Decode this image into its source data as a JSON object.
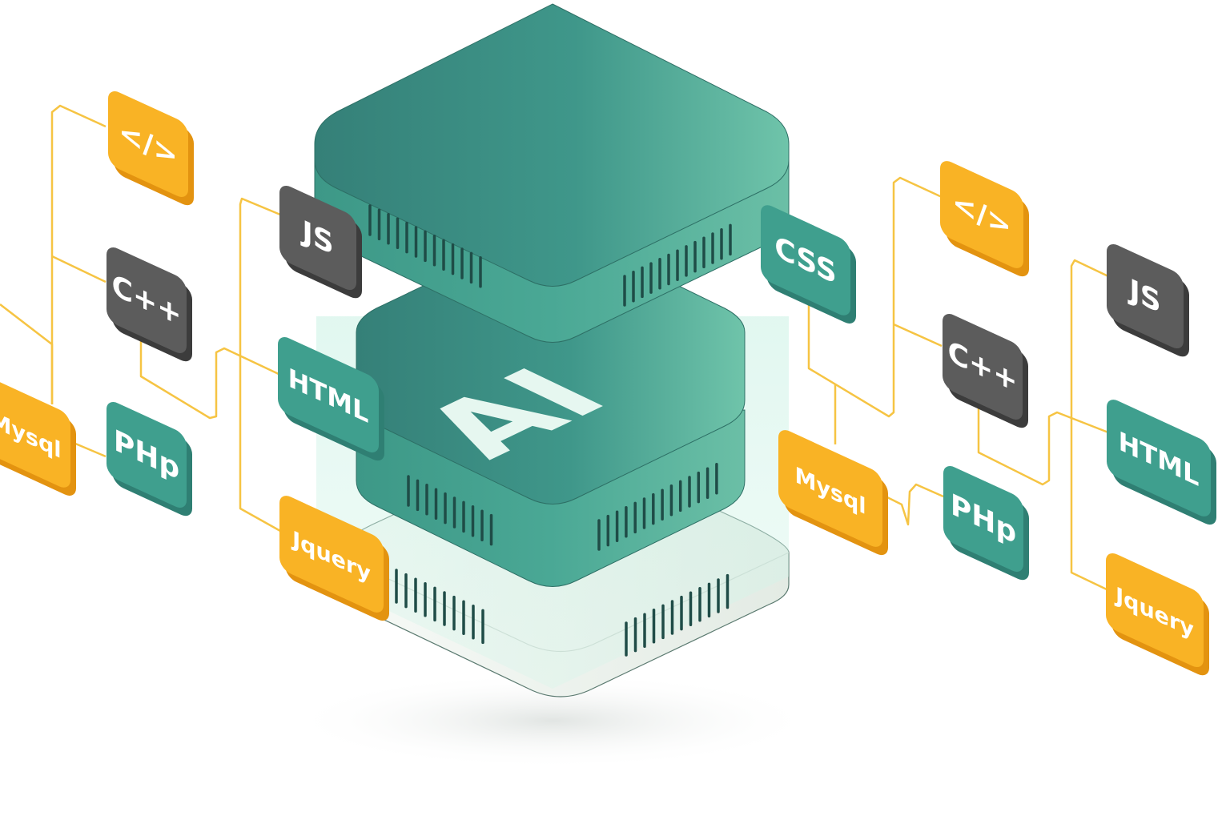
{
  "illustration": {
    "center_label": "AI",
    "colors": {
      "teal": "#3f9f8e",
      "teal_dark": "#2f7f73",
      "teal_light": "#6cc2a8",
      "orange": "#f9b325",
      "orange_dark": "#e39310",
      "gray": "#5c5c5c",
      "gray_dark": "#3c3c3c",
      "wire": "#f6c443",
      "base_light": "#eef3ef"
    },
    "tiles": [
      {
        "id": "tile-left-code",
        "label": "</>",
        "color": "orange"
      },
      {
        "id": "tile-left-cpp",
        "label": "C++",
        "color": "gray"
      },
      {
        "id": "tile-left-mysql",
        "label": "Mysql",
        "color": "orange"
      },
      {
        "id": "tile-left-php",
        "label": "PHp",
        "color": "teal"
      },
      {
        "id": "tile-center-js",
        "label": "JS",
        "color": "gray"
      },
      {
        "id": "tile-center-html",
        "label": "HTML",
        "color": "teal"
      },
      {
        "id": "tile-center-jquery",
        "label": "Jquery",
        "color": "orange"
      },
      {
        "id": "tile-center-css",
        "label": "CSS",
        "color": "teal"
      },
      {
        "id": "tile-right-code",
        "label": "</>",
        "color": "orange"
      },
      {
        "id": "tile-right-cpp",
        "label": "C++",
        "color": "gray"
      },
      {
        "id": "tile-right-mysql",
        "label": "Mysql",
        "color": "orange"
      },
      {
        "id": "tile-right-php",
        "label": "PHp",
        "color": "teal"
      },
      {
        "id": "tile-far-js",
        "label": "JS",
        "color": "gray"
      },
      {
        "id": "tile-far-html",
        "label": "HTML",
        "color": "teal"
      },
      {
        "id": "tile-far-jquery",
        "label": "Jquery",
        "color": "orange"
      }
    ]
  }
}
